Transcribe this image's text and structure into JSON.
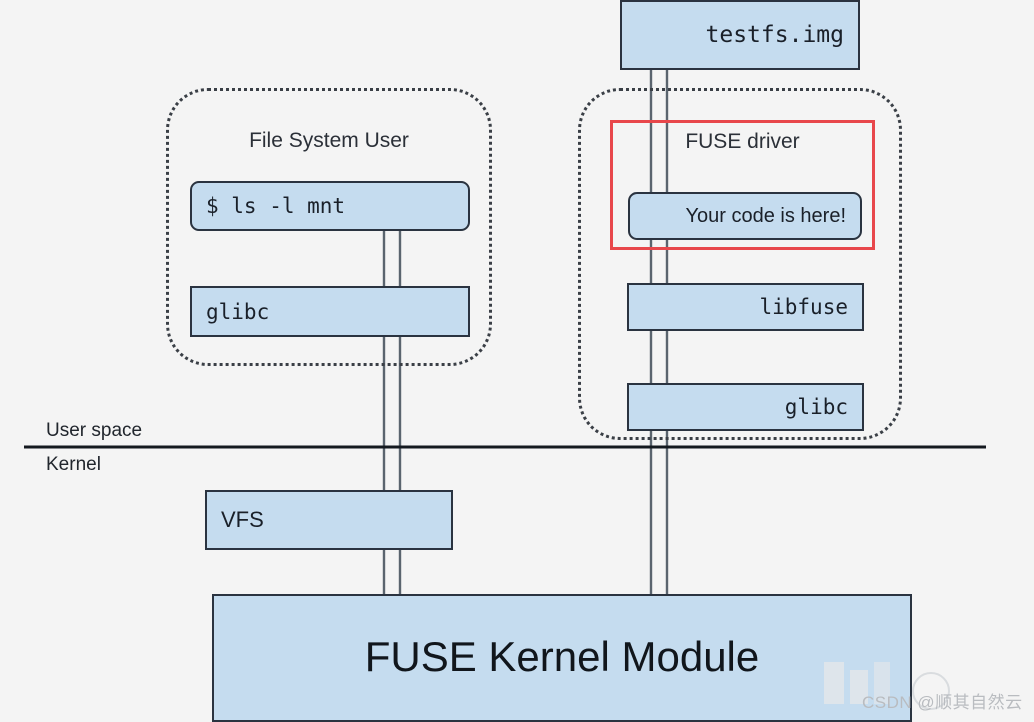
{
  "diagram": {
    "title_implied": "FUSE architecture",
    "colors": {
      "background": "#f4f4f4",
      "box_fill": "#c5dcef",
      "box_stroke": "#2a3340",
      "highlight_red": "#e8474b",
      "line": "#5a646e",
      "text": "#1a2029"
    },
    "top_box": {
      "label": "testfs.img"
    },
    "groups": [
      {
        "name": "file-system-user",
        "title": "File System User",
        "boxes": [
          {
            "name": "shell-command",
            "label": "$ ls -l mnt",
            "font": "mono",
            "align": "left",
            "rounded": true
          },
          {
            "name": "glibc-user",
            "label": "glibc",
            "font": "mono",
            "align": "left",
            "rounded": false
          }
        ]
      },
      {
        "name": "fuse-driver",
        "title": "FUSE driver",
        "highlighted": true,
        "boxes": [
          {
            "name": "your-code",
            "label": "Your code is here!",
            "font": "sans",
            "align": "right",
            "rounded": true
          },
          {
            "name": "libfuse",
            "label": "libfuse",
            "font": "mono",
            "align": "right",
            "rounded": false
          },
          {
            "name": "glibc-fuse",
            "label": "glibc",
            "font": "mono",
            "align": "right",
            "rounded": false
          }
        ]
      }
    ],
    "divider": {
      "above_label": "User space",
      "below_label": "Kernel"
    },
    "kernel_boxes": [
      {
        "name": "vfs",
        "label": "VFS",
        "font": "sans",
        "align": "left",
        "rounded": false
      },
      {
        "name": "fuse-kernel-module",
        "label": "FUSE Kernel Module",
        "font": "sans",
        "align": "center",
        "rounded": false
      }
    ]
  },
  "watermark": {
    "text": "CSDN @顺其自然云"
  }
}
